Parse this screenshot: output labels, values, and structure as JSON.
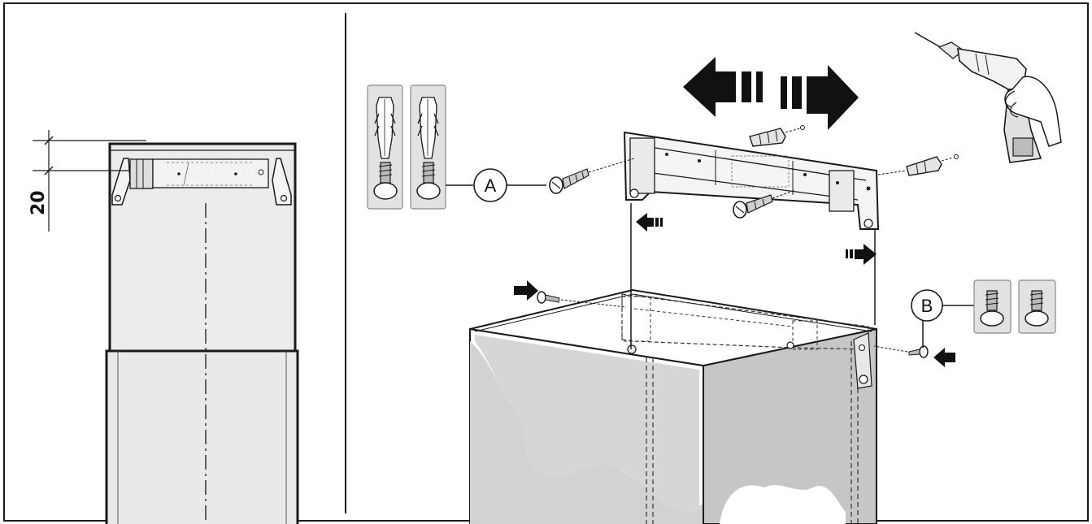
{
  "left_panel": {
    "dimension_label": "20"
  },
  "right_panel": {
    "callout_a": "A",
    "callout_b": "B"
  },
  "colors": {
    "line": "#1a1a1a",
    "cabinet_fill": "#d2d2d2",
    "cabinet_side": "#c4c4c4",
    "bracket_fill": "#f4f4f4",
    "chimney_fill": "#ececec",
    "screw_panel_fill": "#e2e2e2",
    "arrow": "#111111"
  },
  "icons": [
    "drill-icon",
    "wall-plug-icon",
    "screw-icon",
    "move-left-arrow-icon",
    "move-right-arrow-icon"
  ]
}
